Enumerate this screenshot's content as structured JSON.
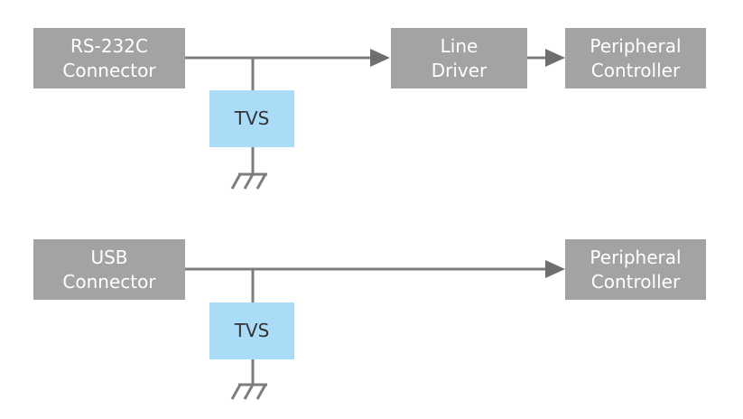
{
  "diagram": {
    "rs232": {
      "connector": "RS-232C\nConnector",
      "tvs": "TVS",
      "line_driver": "Line\nDriver",
      "peripheral": "Peripheral\nController"
    },
    "usb": {
      "connector": "USB\nConnector",
      "tvs": "TVS",
      "peripheral": "Peripheral\nController"
    },
    "colors": {
      "block": "#a3a3a3",
      "tvs": "#aadbf7",
      "wire": "#7d7d7d"
    }
  }
}
